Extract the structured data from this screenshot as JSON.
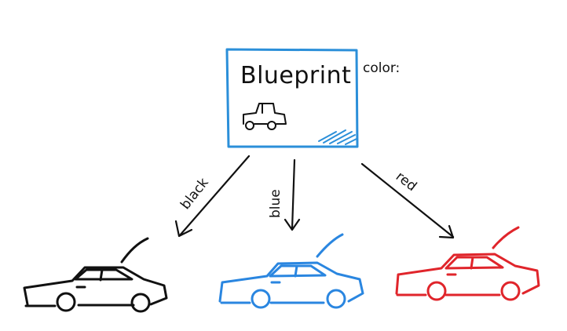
{
  "blueprint": {
    "title": "Blueprint",
    "side_label": "color:"
  },
  "arrows": [
    {
      "label": "black"
    },
    {
      "label": "blue"
    },
    {
      "label": "red"
    }
  ],
  "colors": {
    "ink": "#111111",
    "blueprint_border": "#2b8fd9",
    "black_car": "#111111",
    "blue_car": "#2a86e0",
    "red_car": "#e0252b"
  }
}
